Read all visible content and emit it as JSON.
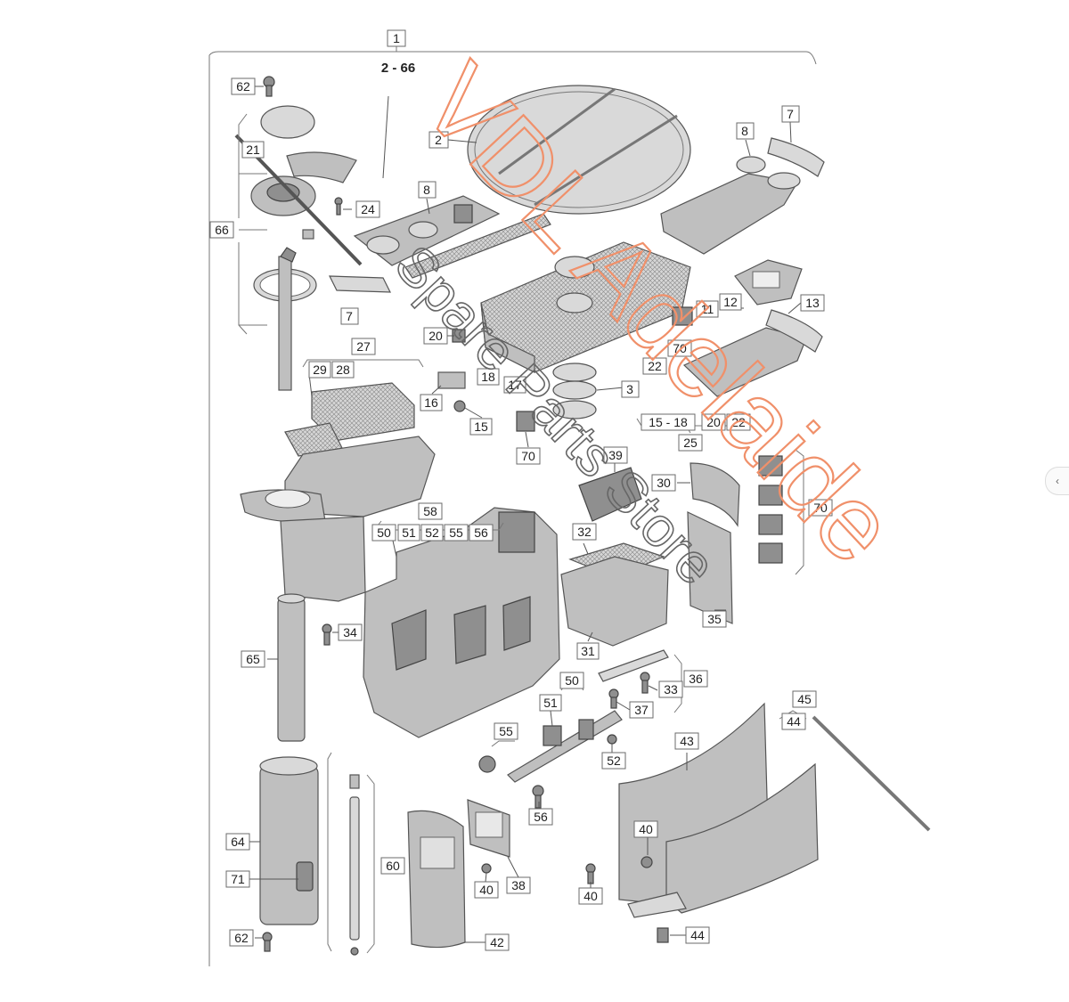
{
  "assembly": {
    "number": "1",
    "range": "2 - 66"
  },
  "callouts": [
    {
      "id": "c62a",
      "label": "62"
    },
    {
      "id": "c2",
      "label": "2"
    },
    {
      "id": "c21",
      "label": "21"
    },
    {
      "id": "c24",
      "label": "24"
    },
    {
      "id": "c66",
      "label": "66"
    },
    {
      "id": "c8a",
      "label": "8"
    },
    {
      "id": "c8b",
      "label": "8"
    },
    {
      "id": "c7a",
      "label": "7"
    },
    {
      "id": "c7b",
      "label": "7"
    },
    {
      "id": "c12",
      "label": "12"
    },
    {
      "id": "c11",
      "label": "11"
    },
    {
      "id": "c13",
      "label": "13"
    },
    {
      "id": "c70a",
      "label": "70"
    },
    {
      "id": "c22a",
      "label": "22"
    },
    {
      "id": "c27",
      "label": "27"
    },
    {
      "id": "c29",
      "label": "29"
    },
    {
      "id": "c28",
      "label": "28"
    },
    {
      "id": "c20",
      "label": "20"
    },
    {
      "id": "c18",
      "label": "18"
    },
    {
      "id": "c17",
      "label": "17"
    },
    {
      "id": "c16",
      "label": "16"
    },
    {
      "id": "c15",
      "label": "15"
    },
    {
      "id": "c3",
      "label": "3"
    },
    {
      "id": "c70b",
      "label": "70"
    },
    {
      "id": "c1518",
      "label": "15 - 18"
    },
    {
      "id": "c20b",
      "label": "20"
    },
    {
      "id": "c22b",
      "label": "22"
    },
    {
      "id": "c25",
      "label": "25"
    },
    {
      "id": "c39",
      "label": "39"
    },
    {
      "id": "c30",
      "label": "30"
    },
    {
      "id": "c70c",
      "label": "70"
    },
    {
      "id": "c58",
      "label": "58"
    },
    {
      "id": "c50",
      "label": "50"
    },
    {
      "id": "c51",
      "label": "51"
    },
    {
      "id": "c52",
      "label": "52"
    },
    {
      "id": "c55",
      "label": "55"
    },
    {
      "id": "c56",
      "label": "56"
    },
    {
      "id": "c32",
      "label": "32"
    },
    {
      "id": "c35",
      "label": "35"
    },
    {
      "id": "c34",
      "label": "34"
    },
    {
      "id": "c31",
      "label": "31"
    },
    {
      "id": "c65",
      "label": "65"
    },
    {
      "id": "c36",
      "label": "36"
    },
    {
      "id": "c33",
      "label": "33"
    },
    {
      "id": "c50b",
      "label": "50"
    },
    {
      "id": "c51b",
      "label": "51"
    },
    {
      "id": "c37",
      "label": "37"
    },
    {
      "id": "c45",
      "label": "45"
    },
    {
      "id": "c44a",
      "label": "44"
    },
    {
      "id": "c55b",
      "label": "55"
    },
    {
      "id": "c52b",
      "label": "52"
    },
    {
      "id": "c43",
      "label": "43"
    },
    {
      "id": "c56b",
      "label": "56"
    },
    {
      "id": "c64",
      "label": "64"
    },
    {
      "id": "c40a",
      "label": "40"
    },
    {
      "id": "c71",
      "label": "71"
    },
    {
      "id": "c60",
      "label": "60"
    },
    {
      "id": "c40b",
      "label": "40"
    },
    {
      "id": "c38",
      "label": "38"
    },
    {
      "id": "c40c",
      "label": "40"
    },
    {
      "id": "c62b",
      "label": "62"
    },
    {
      "id": "c42",
      "label": "42"
    },
    {
      "id": "c44b",
      "label": "44"
    }
  ],
  "watermark": {
    "line1": "VDL Adelaide",
    "line2": "Spare Parts Store"
  },
  "colors": {
    "watermark_primary": "#f0906a",
    "watermark_secondary": "#666666",
    "part_fill": "#bfbfbf"
  },
  "ui": {
    "scroll_icon": "chevron-left-icon",
    "scroll_glyph": "‹"
  }
}
